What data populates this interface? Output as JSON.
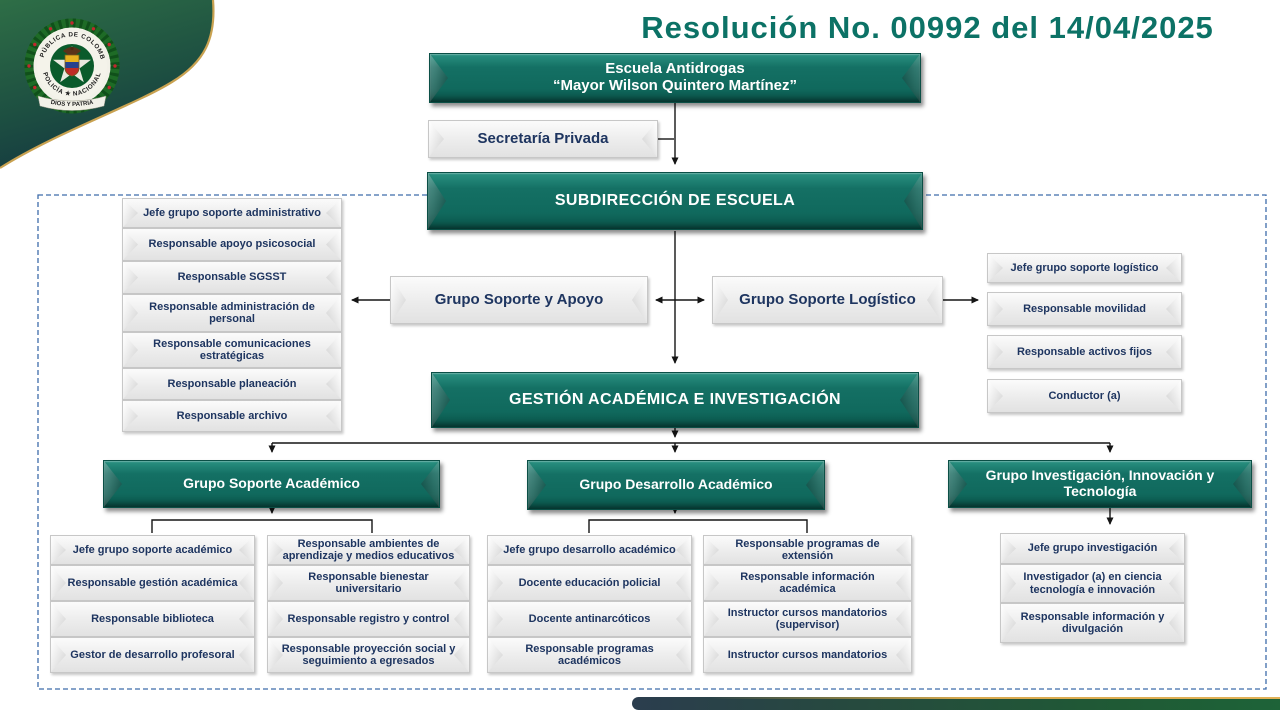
{
  "header": {
    "title": "Resolución No. 00992 del 14/04/2025"
  },
  "logo": {
    "ring_top": "REPÚBLICA DE COLOMBIA",
    "ring_bottom": "POLICÍA ★ NACIONAL",
    "banner": "DIOS Y PATRIA"
  },
  "nodes": {
    "root_line1": "Escuela Antidrogas",
    "root_line2": "“Mayor Wilson Quintero Martínez”",
    "secretaria": "Secretaría Privada",
    "subdireccion": "SUBDIRECCIÓN DE ESCUELA",
    "grupo_soporte_apoyo": "Grupo Soporte y Apoyo",
    "grupo_soporte_logistico": "Grupo Soporte Logístico",
    "gestion": "GESTIÓN ACADÉMICA E INVESTIGACIÓN",
    "grupo_soporte_academico": "Grupo Soporte Académico",
    "grupo_desarrollo_academico": "Grupo Desarrollo Académico",
    "grupo_investigacion": "Grupo Investigación, Innovación y Tecnología"
  },
  "lists": {
    "soporte_apoyo": [
      "Jefe grupo soporte administrativo",
      "Responsable apoyo psicosocial",
      "Responsable SGSST",
      "Responsable administración de personal",
      "Responsable comunicaciones estratégicas",
      "Responsable planeación",
      "Responsable archivo"
    ],
    "soporte_logistico": [
      "Jefe grupo soporte logístico",
      "Responsable movilidad",
      "Responsable activos fijos",
      "Conductor (a)"
    ],
    "soporte_academico_col1": [
      "Jefe grupo soporte académico",
      "Responsable gestión académica",
      "Responsable biblioteca",
      "Gestor de desarrollo profesoral"
    ],
    "soporte_academico_col2": [
      "Responsable ambientes de aprendizaje y medios educativos",
      "Responsable bienestar universitario",
      "Responsable registro y control",
      "Responsable proyección social y seguimiento a egresados"
    ],
    "desarrollo_col1": [
      "Jefe grupo desarrollo académico",
      "Docente educación policial",
      "Docente antinarcóticos",
      "Responsable programas académicos"
    ],
    "desarrollo_col2": [
      "Responsable programas de extensión",
      "Responsable información académica",
      "Instructor cursos mandatorios (supervisor)",
      "Instructor cursos mandatorios"
    ],
    "investigacion": [
      "Jefe grupo investigación",
      "Investigador (a) en ciencia tecnología e innovación",
      "Responsable información y divulgación"
    ]
  },
  "colors": {
    "teal_box": "#11695d",
    "title_teal": "#0c7266",
    "navy_text": "#1e3560",
    "dashed_border": "#3e6cab",
    "gold_accent": "#c9a251",
    "bar_navy": "#2b3d4e",
    "bar_green": "#1e6338"
  }
}
